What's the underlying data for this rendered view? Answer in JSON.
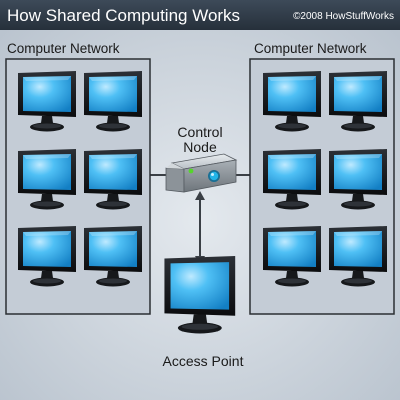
{
  "header": {
    "title": "How Shared Computing Works",
    "copyright": "©2008 HowStuffWorks"
  },
  "left_group": {
    "label": "Computer Network",
    "computer_count": 6
  },
  "right_group": {
    "label": "Computer Network",
    "computer_count": 6
  },
  "control_node": {
    "label_line1": "Control",
    "label_line2": "Node"
  },
  "access_point": {
    "label": "Access Point"
  },
  "colors": {
    "header_bg": "#303c4a",
    "background": "#c9d1da",
    "panel_bg": "#c2cad4",
    "panel_border": "#2b2f33",
    "screen": "#2aa6e8",
    "monitor_frame": "#121417",
    "led_green": "#55d62b",
    "led_blue": "#22b4e8"
  }
}
